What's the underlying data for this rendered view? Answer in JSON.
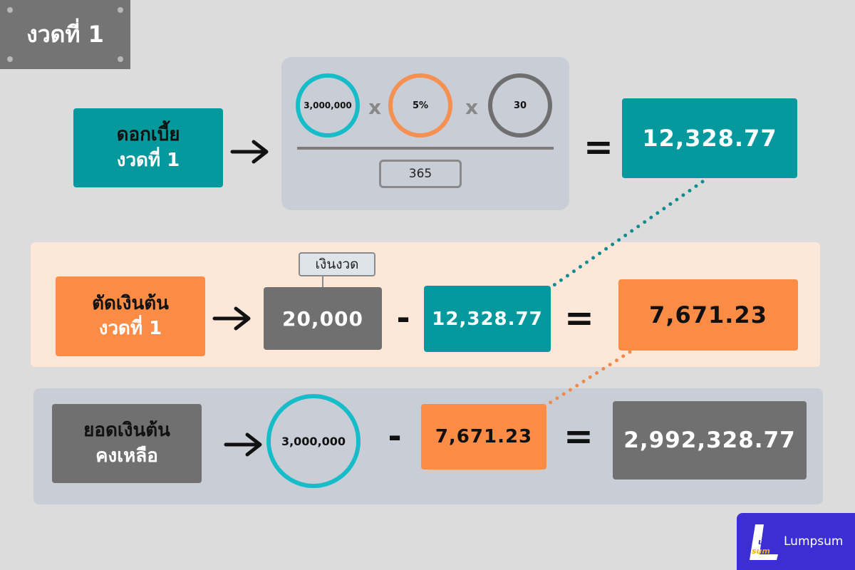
{
  "title": "งวดที่ 1",
  "row1": {
    "label_line1": "ดอกเบี้ย",
    "label_line2": "งวดที่ 1",
    "principal": "3,000,000",
    "rate": "5%",
    "days": "30",
    "multiply": "x",
    "denominator": "365",
    "equals": "=",
    "result": "12,328.77"
  },
  "row2": {
    "label_line1": "ตัดเงินต้น",
    "label_line2": "งวดที่ 1",
    "installment_tag": "เงินงวด",
    "installment": "20,000",
    "minus": "-",
    "interest": "12,328.77",
    "equals": "=",
    "result": "7,671.23"
  },
  "row3": {
    "label_line1": "ยอดเงินต้น",
    "label_line2": "คงเหลือ",
    "principal": "3,000,000",
    "minus": "-",
    "principal_paid": "7,671.23",
    "equals": "=",
    "result": "2,992,328.77"
  },
  "brand": {
    "name": "Lumpsum",
    "logo_text": "ump",
    "logo_sub": "sum"
  },
  "colors": {
    "teal": "#05999e",
    "orange": "#fb8c46",
    "gray": "#707070",
    "cyan_ring": "#16bdc9",
    "orange_ring": "#f59050",
    "gray_ring": "#6f6f6f",
    "brand_blue": "#3b2fd3"
  },
  "icons": [
    "arrow-right-icon",
    "lumpsum-logo-icon"
  ]
}
